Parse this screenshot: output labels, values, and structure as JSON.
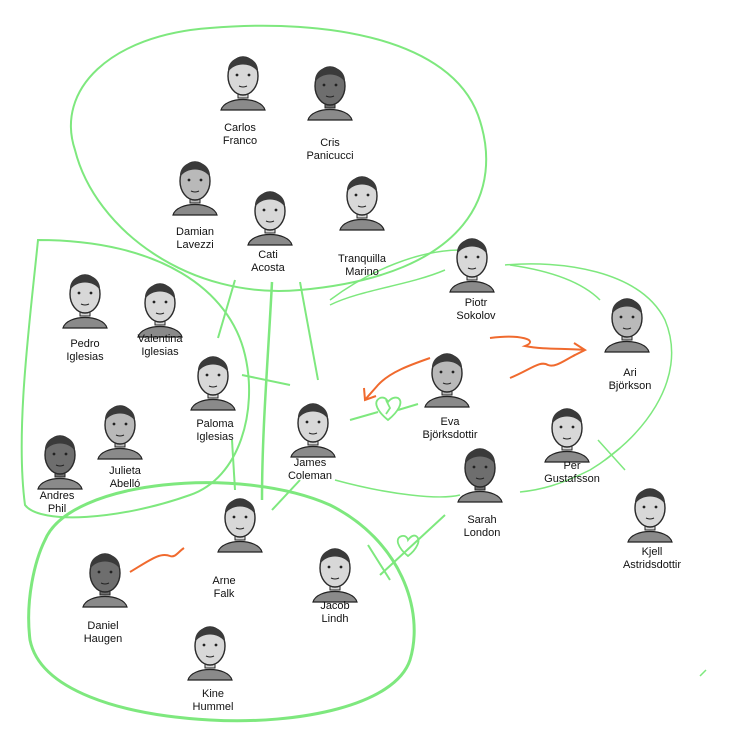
{
  "colors": {
    "line": "#7ee87e",
    "line_bold": "#5fe05f",
    "conflict": "#f06a2e",
    "skin_light": "#d8d8d8",
    "skin_mid": "#b9b9b9",
    "skin_dark": "#6e6e6e",
    "hair": "#3a3a3a",
    "ink": "#222222"
  },
  "characters": [
    {
      "id": "carlos-franco",
      "first": "Carlos",
      "last": "Franco",
      "tone": "skin_light"
    },
    {
      "id": "cris-panicucci",
      "first": "Cris",
      "last": "Panicucci",
      "tone": "skin_dark"
    },
    {
      "id": "damian-lavezzi",
      "first": "Damian",
      "last": "Lavezzi",
      "tone": "skin_mid"
    },
    {
      "id": "cati-acosta",
      "first": "Cati",
      "last": "Acosta",
      "tone": "skin_light"
    },
    {
      "id": "tranquilla-marino",
      "first": "Tranquilla",
      "last": "Marino",
      "tone": "skin_light"
    },
    {
      "id": "pedro-iglesias",
      "first": "Pedro",
      "last": "Iglesias",
      "tone": "skin_light"
    },
    {
      "id": "valentina-iglesias",
      "first": "Valentina",
      "last": "Iglesias",
      "tone": "skin_light"
    },
    {
      "id": "paloma-iglesias",
      "first": "Paloma",
      "last": "Iglesias",
      "tone": "skin_light"
    },
    {
      "id": "andres-phil",
      "first": "Andres",
      "last": "Phil",
      "tone": "skin_dark"
    },
    {
      "id": "julieta-abello",
      "first": "Julieta",
      "last": "Abelló",
      "tone": "skin_mid"
    },
    {
      "id": "piotr-sokolov",
      "first": "Piotr",
      "last": "Sokolov",
      "tone": "skin_light"
    },
    {
      "id": "ari-bjorkson",
      "first": "Ari",
      "last": "Björkson",
      "tone": "skin_mid"
    },
    {
      "id": "eva-bjorksdottir",
      "first": "Eva",
      "last": "Björksdottir",
      "tone": "skin_mid"
    },
    {
      "id": "james-coleman",
      "first": "James",
      "last": "Coleman",
      "tone": "skin_light"
    },
    {
      "id": "per-gustafsson",
      "first": "Per",
      "last": "Gustafsson",
      "tone": "skin_light"
    },
    {
      "id": "sarah-london",
      "first": "Sarah",
      "last": "London",
      "tone": "skin_dark"
    },
    {
      "id": "kjell-astridsdottir",
      "first": "Kjell",
      "last": "Astridsdottir",
      "tone": "skin_light"
    },
    {
      "id": "arne-falk",
      "first": "Arne",
      "last": "Falk",
      "tone": "skin_light"
    },
    {
      "id": "daniel-haugen",
      "first": "Daniel",
      "last": "Haugen",
      "tone": "skin_dark"
    },
    {
      "id": "jacob-lindh",
      "first": "Jacob",
      "last": "Lindh",
      "tone": "skin_light"
    },
    {
      "id": "kine-hummel",
      "first": "Kine",
      "last": "Hummel",
      "tone": "skin_light"
    }
  ]
}
